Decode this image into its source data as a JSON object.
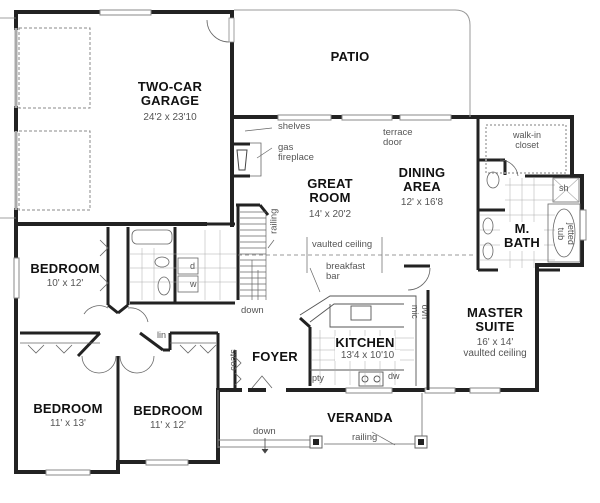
{
  "plan": {
    "title": "Single-story house floor plan",
    "rooms": {
      "garage": {
        "name_line1": "TWO-CAR",
        "name_line2": "GARAGE",
        "size": "24'2  x  23'10"
      },
      "patio": {
        "name": "PATIO"
      },
      "great_room": {
        "name_line1": "GREAT",
        "name_line2": "ROOM",
        "size": "14'  x  20'2"
      },
      "dining": {
        "name_line1": "DINING",
        "name_line2": "AREA",
        "size": "12'  x  16'8"
      },
      "master_bath": {
        "name_line1": "M.",
        "name_line2": "BATH"
      },
      "bedroom_1": {
        "name": "BEDROOM",
        "size": "10'  x  12'"
      },
      "bedroom_2": {
        "name": "BEDROOM",
        "size": "11'  x  13'"
      },
      "bedroom_3": {
        "name": "BEDROOM",
        "size": "11'  x  12'"
      },
      "kitchen": {
        "name": "KITCHEN",
        "size": "13'4  x  10'10"
      },
      "foyer": {
        "name": "FOYER"
      },
      "master_suite": {
        "name_line1": "MASTER",
        "name_line2": "SUITE",
        "size": "16'  x  14'",
        "note": "vaulted ceiling"
      },
      "veranda": {
        "name": "VERANDA"
      }
    },
    "annotations": {
      "shelves": "shelves",
      "gas_fireplace_line1": "gas",
      "gas_fireplace_line2": "fireplace",
      "terrace_door_line1": "terrace",
      "terrace_door_line2": "door",
      "walk_in_closet_line1": "walk-in",
      "walk_in_closet_line2": "closet",
      "shower": "sh",
      "jetted_tub_line1": "jetted",
      "jetted_tub_line2": "tub",
      "railing_stair": "railing",
      "vaulted_ceiling": "vaulted ceiling",
      "breakfast_bar_line1": "breakfast",
      "breakfast_bar_line2": "bar",
      "oven_mic_line1": "ovn",
      "oven_mic_line2": "mic",
      "pantry": "pty",
      "dishwasher": "dw",
      "coats": "coats",
      "linen": "lin",
      "dryer": "d",
      "washer": "w",
      "stairs_down": "down",
      "veranda_down": "down",
      "veranda_railing": "railing"
    }
  }
}
